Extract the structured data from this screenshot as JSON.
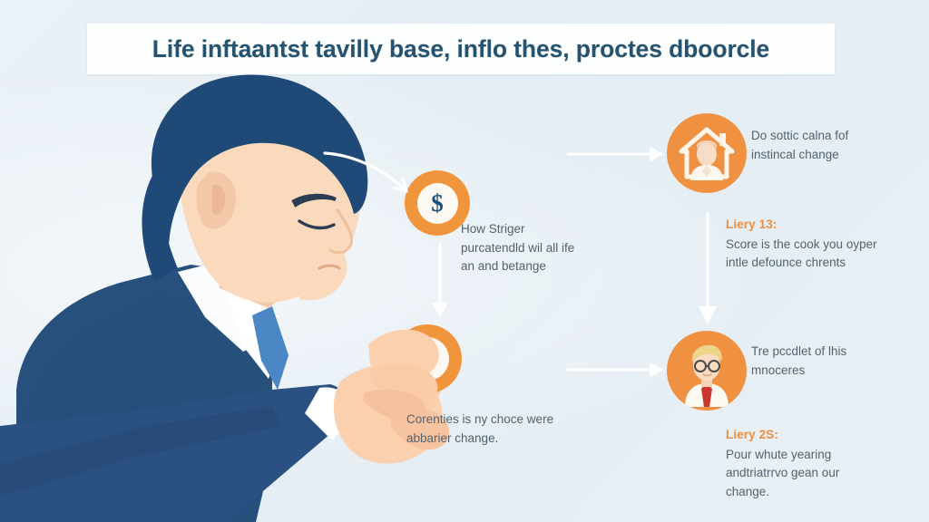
{
  "title": {
    "text": "Life inftaantst tavilly base, inflo thes, proctes dboorcle"
  },
  "colors": {
    "background": "#e8eff5",
    "banner": "#fdfefe",
    "title_text": "#26536f",
    "accent_orange": "#ef9140",
    "coin_ring": "#f0953c",
    "coin_face": "#fdf8f2",
    "navy_suit": "#1f4a77",
    "skin": "#f6d0b4",
    "body_text": "#53626e",
    "arrow": "#ffffff"
  },
  "illustration": {
    "figure_name": "businessman-profile",
    "coin_symbol": "$"
  },
  "icons": {
    "house": {
      "name": "house-with-person-icon",
      "caption": "Do sottic calna fof instincal change"
    },
    "person": {
      "name": "person-glasses-tie-icon",
      "caption": "Tre pccdlet of lhis mnoceres"
    }
  },
  "callouts": {
    "coin_top": {
      "name": "coin-top-callout",
      "text": "How Striger purcatendld wil all ife an and betange"
    },
    "coin_bottom": {
      "name": "coin-bottom-callout",
      "text": "Corenties is ny choce were abbarier change."
    }
  },
  "notes": [
    {
      "id": "liery-1",
      "lead": "Liery 13:",
      "body": "Score is the cook you oyper intle defounce chrents"
    },
    {
      "id": "liery-2",
      "lead": "Liery 2S:",
      "body": "Pour whute yearing andtriatrrvo gean our change."
    }
  ],
  "arrows": [
    {
      "name": "arrow-head-to-coin",
      "direction": "curve-right-down"
    },
    {
      "name": "arrow-coin-to-coin",
      "direction": "down"
    },
    {
      "name": "arrow-to-house-icon",
      "direction": "right"
    },
    {
      "name": "arrow-house-to-person",
      "direction": "down"
    },
    {
      "name": "arrow-to-person-icon",
      "direction": "right"
    }
  ]
}
